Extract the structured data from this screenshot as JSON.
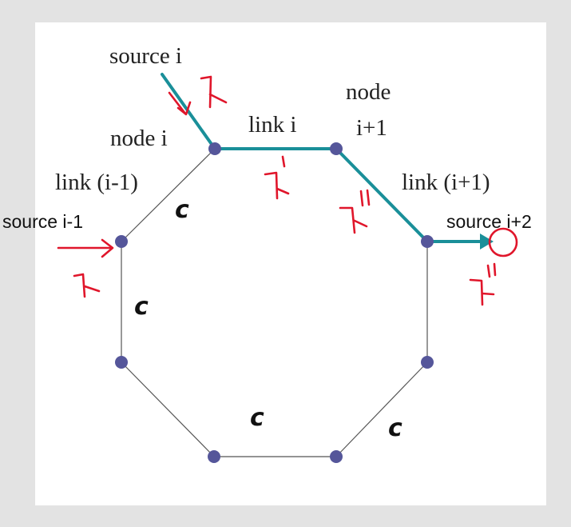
{
  "diagram": {
    "nodes": [
      {
        "id": "node-top-left",
        "label": "node i"
      },
      {
        "id": "node-top-right",
        "label_line1": "node",
        "label_line2": "i+1"
      },
      {
        "id": "node-right-top"
      },
      {
        "id": "node-right-bottom"
      },
      {
        "id": "node-bottom-right"
      },
      {
        "id": "node-bottom-left"
      },
      {
        "id": "node-left-bottom"
      },
      {
        "id": "node-left-top"
      }
    ],
    "labels": {
      "source_i": "source i",
      "source_i_minus_1": "source i-1",
      "source_i_plus_2": "source i+2",
      "link_i": "link i",
      "link_i_minus_1": "link (i-1)",
      "link_i_plus_1": "link (i+1)"
    },
    "capacity_labels": [
      "c",
      "c",
      "c",
      "c"
    ],
    "colors": {
      "background": "#e3e3e3",
      "panel": "#ffffff",
      "node": "#55569a",
      "path": "#1a8f99",
      "annotation": "#e0162b",
      "edge": "#555555"
    }
  }
}
